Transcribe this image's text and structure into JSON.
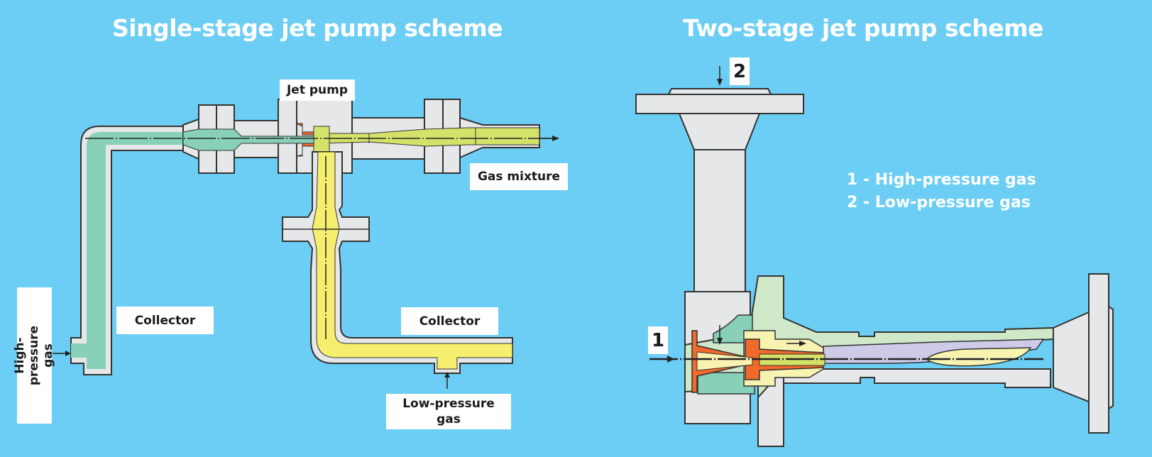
{
  "left_panel": {
    "title": "Single-stage jet pump scheme",
    "labels": {
      "jet_pump": "Jet pump",
      "gas_mixture": "Gas mixture",
      "collector_left": "Collector",
      "collector_right": "Collector",
      "high_pressure_gas": "High-pressure gas",
      "low_pressure_gas": "Low-pressure gas"
    }
  },
  "right_panel": {
    "title": "Two-stage jet pump scheme",
    "markers": {
      "inlet_1": "1",
      "inlet_2": "2"
    },
    "legend": [
      "1 - High-pressure gas",
      "2 - Low-pressure gas"
    ]
  },
  "colors": {
    "background": "#6ccef5",
    "metal": "#e6e7e8",
    "high_pressure_flow": "#88d0b8",
    "low_pressure_flow": "#f5ee6e",
    "mixture_flow": "#d5e26a",
    "nozzle": "#ef6a2b",
    "housing_green": "#cfe8c8",
    "diffuser_purple": "#cdcbe8",
    "pale_yellow": "#f8f3b0"
  }
}
